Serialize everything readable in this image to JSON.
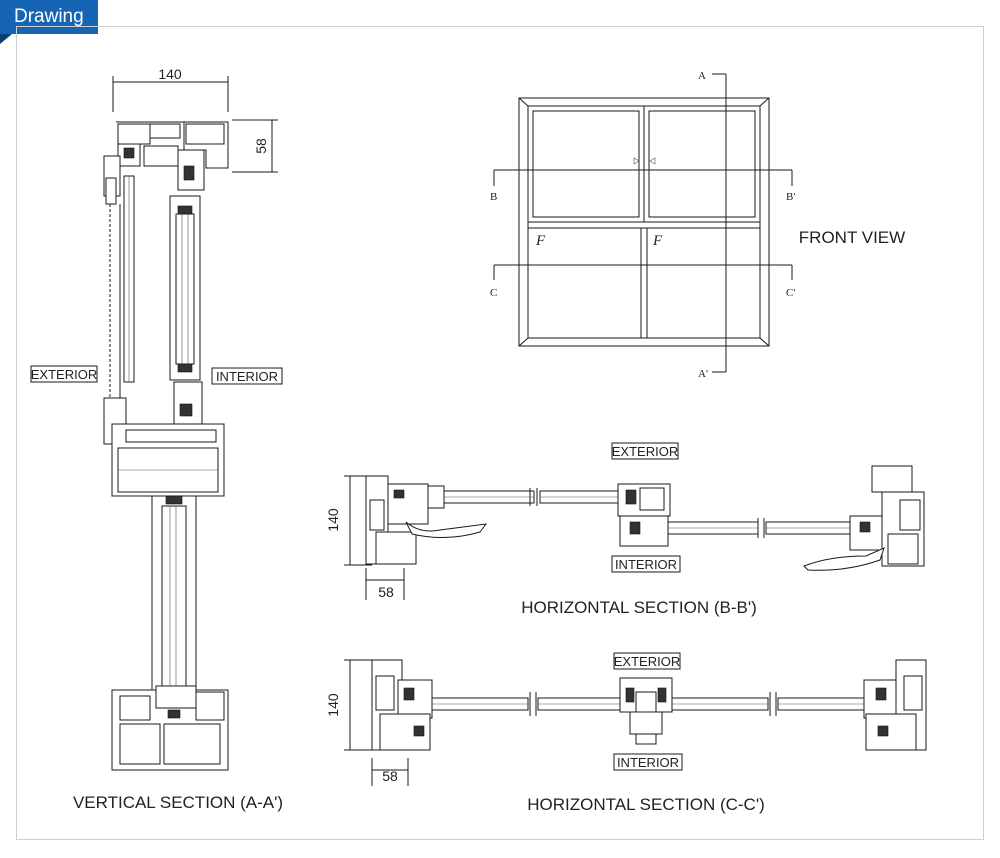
{
  "header": {
    "tab_label": "Drawing"
  },
  "vertical": {
    "dim_width": "140",
    "dim_top": "58",
    "exterior": "EXTERIOR",
    "interior": "INTERIOR",
    "caption": "VERTICAL SECTION (A-A')"
  },
  "front": {
    "caption": "FRONT VIEW",
    "sec_a": "A",
    "sec_a_end": "A'",
    "sec_b": "B",
    "sec_b_end": "B'",
    "sec_c": "C",
    "sec_c_end": "C'",
    "fixed_left": "F",
    "fixed_right": "F"
  },
  "hbb": {
    "exterior": "EXTERIOR",
    "interior": "INTERIOR",
    "dim_height": "140",
    "dim_depth": "58",
    "caption": "HORIZONTAL SECTION (B-B')"
  },
  "hcc": {
    "exterior": "EXTERIOR",
    "interior": "INTERIOR",
    "dim_height": "140",
    "dim_depth": "58",
    "caption": "HORIZONTAL SECTION (C-C')"
  },
  "colors": {
    "tab": "#1565b4",
    "frame_border": "#cfcfcf",
    "line": "#1a1a1a"
  }
}
